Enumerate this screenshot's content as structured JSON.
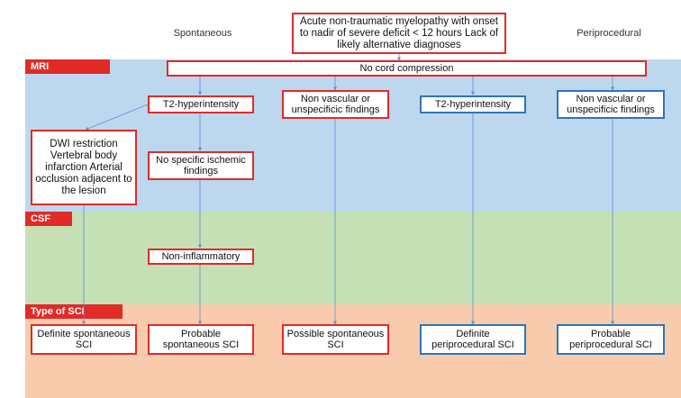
{
  "columns": {
    "spontaneous": "Spontaneous",
    "periprocedural": "Periprocedural"
  },
  "top_box": "Acute non-traumatic myelopathy with onset to nadir of severe deficit < 12 hours Lack of likely alternative diagnoses",
  "bands": {
    "mri": "MRI",
    "csf": "CSF",
    "sci": "Type of SCI"
  },
  "nodes": {
    "no_cord_compression": "No cord compression",
    "t2_spont": "T2-hyperintensity",
    "nonvascular_mid": "Non vascular or unspecificic findings",
    "t2_peri": "T2-hyperintensity",
    "nonvascular_peri": "Non vascular or unspecificic findings",
    "dwi_box": "DWI restriction Vertebral body infarction Arterial occlusion adjacent to the lesion",
    "no_specific_ischemic": "No specific ischemic findings",
    "non_inflammatory": "Non-inflammatory"
  },
  "outcomes": {
    "definite_spont": "Definite spontaneous SCI",
    "probable_spont": "Probable spontaneous SCI",
    "possible_spont": "Possible spontaneous SCI",
    "definite_peri": "Definite periprocedural SCI",
    "probable_peri": "Probable periprocedural SCI"
  },
  "colors": {
    "red_border": "#e02b27",
    "blue_border": "#2e75b6",
    "mri_band": "#bdd7ee",
    "csf_band": "#c5e0b4",
    "sci_band": "#f8cbad",
    "arrow": "#5b8fd6"
  }
}
